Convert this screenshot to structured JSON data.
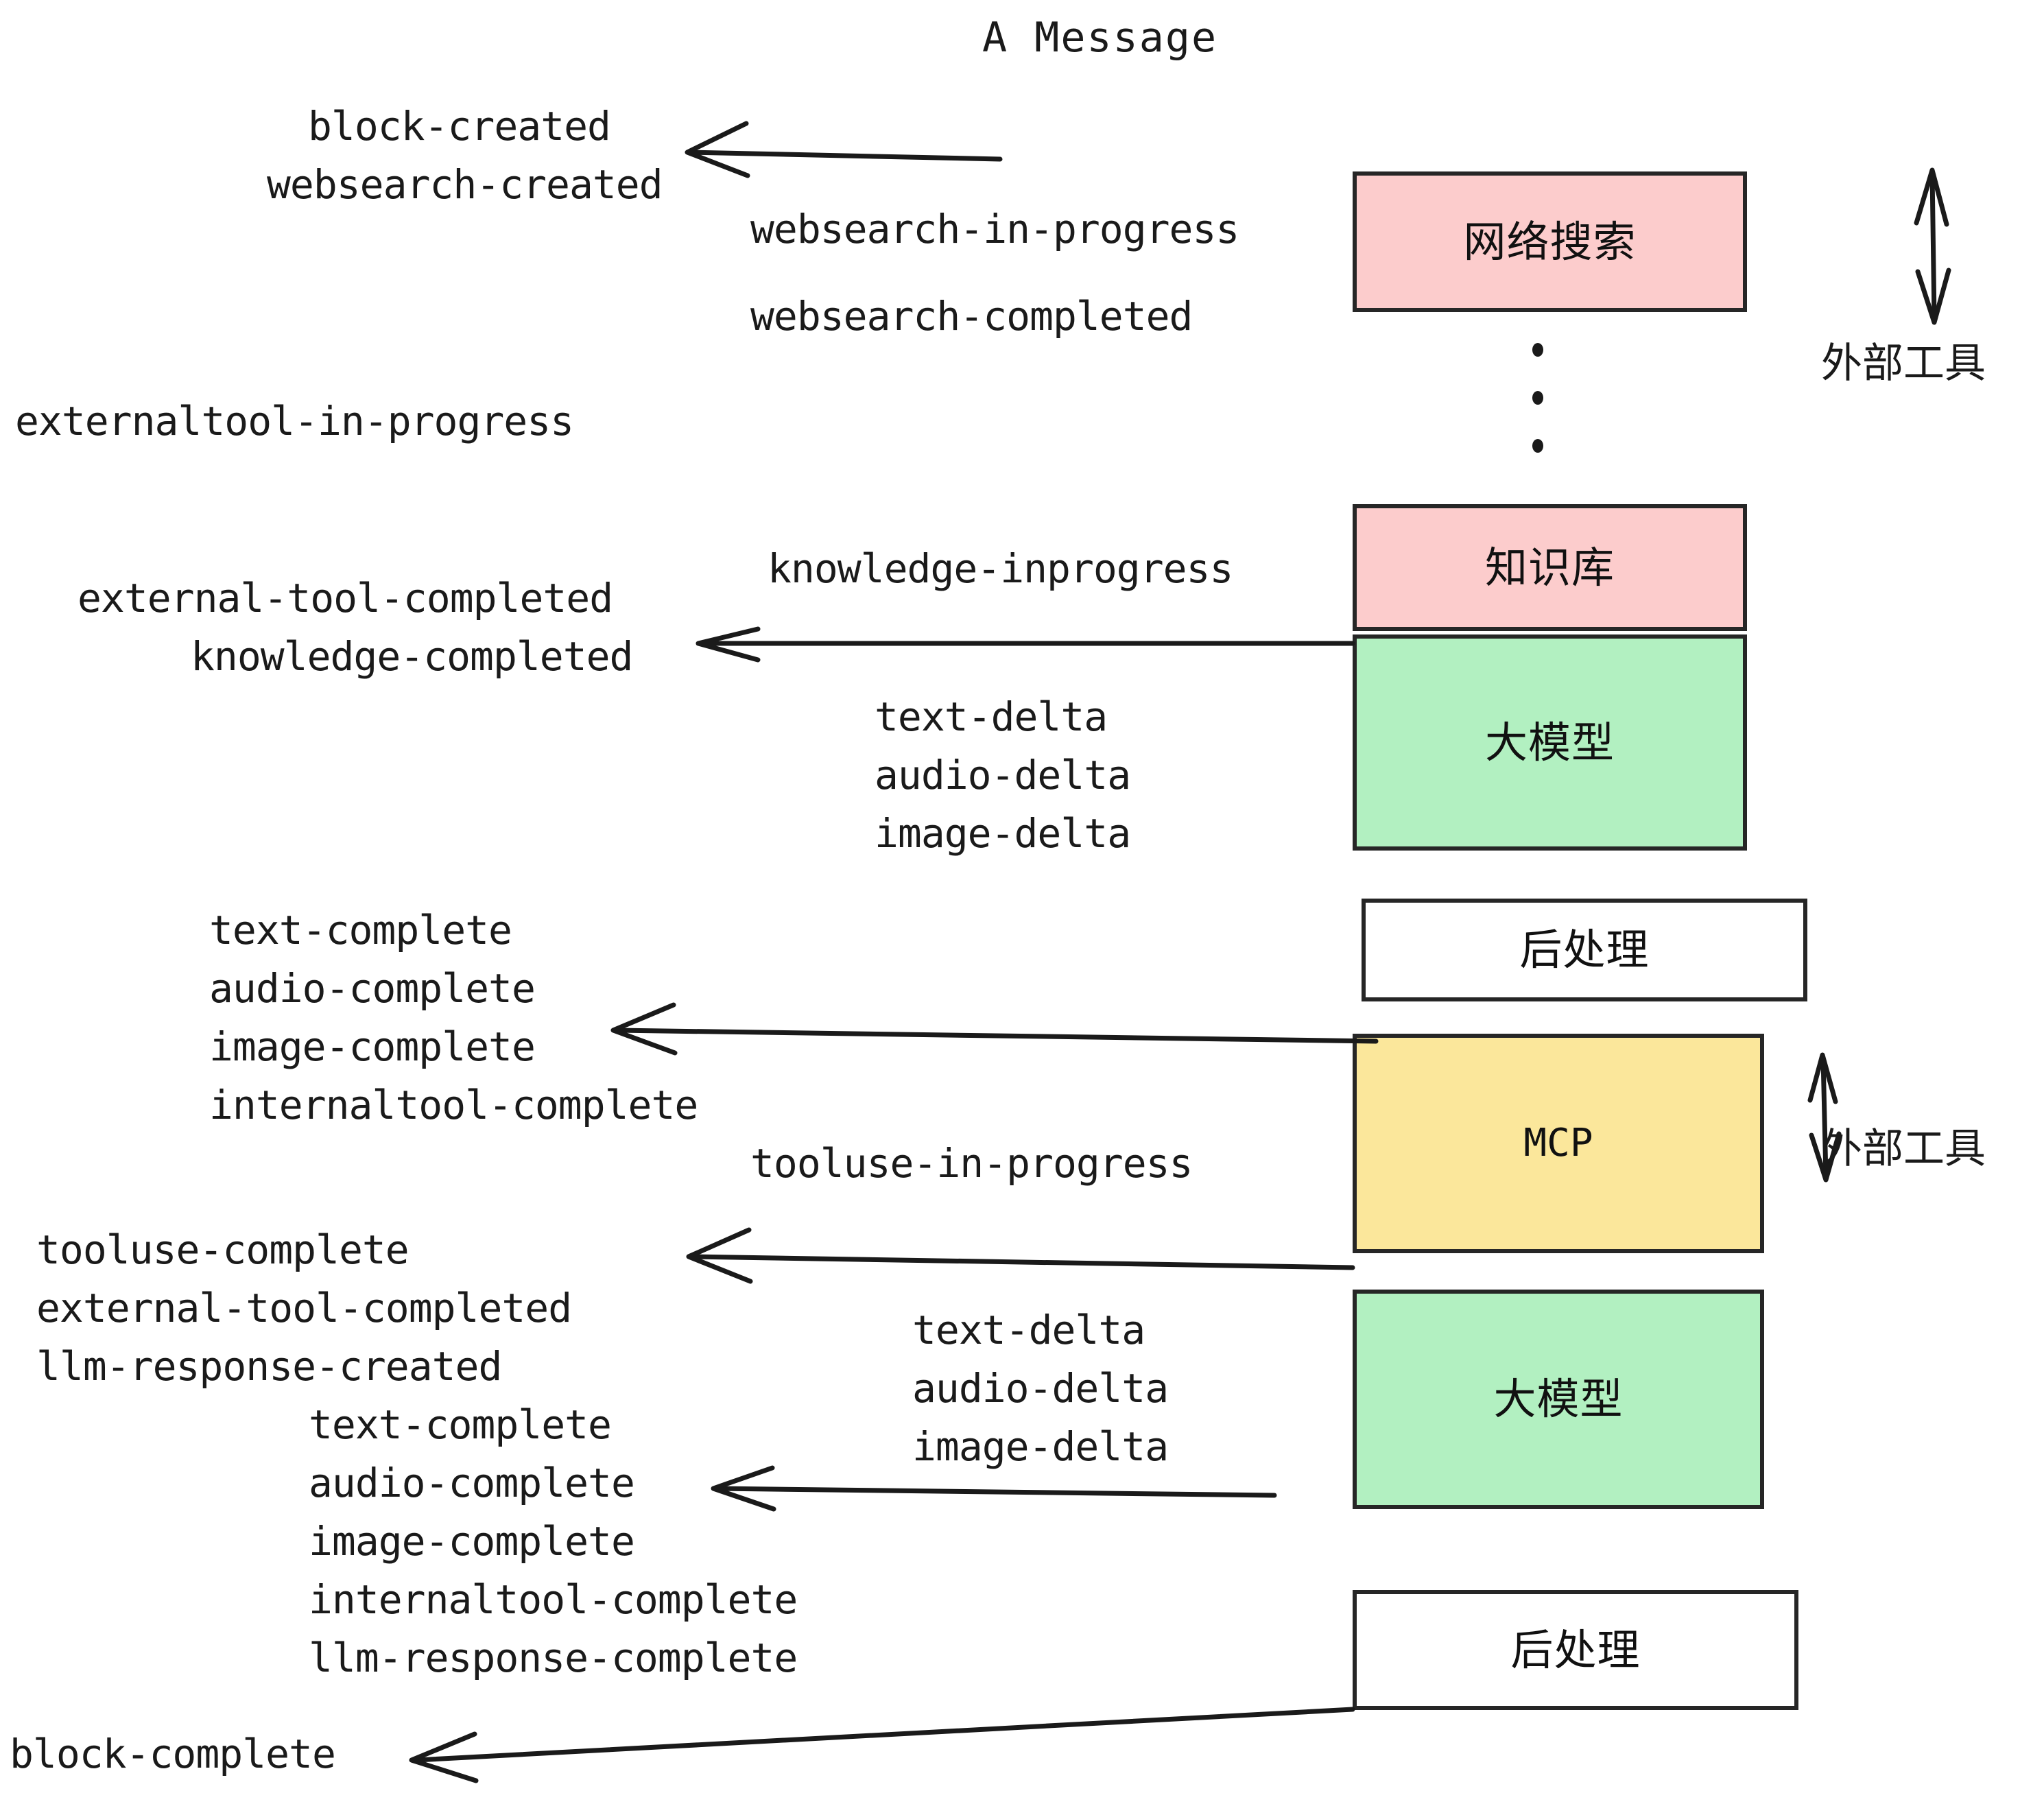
{
  "title": "A Message",
  "colors": {
    "pink": "#FCCCCC",
    "green": "#B2F0C1",
    "yellow": "#FBE79B",
    "white": "#FFFFFF",
    "stroke": "#262626",
    "text": "#1A1A1A"
  },
  "nodes": [
    {
      "id": "websearch",
      "label": "网络搜索",
      "fill": "#FCCCCC",
      "script": "cjk"
    },
    {
      "id": "knowledge",
      "label": "知识库",
      "fill": "#FCCCCC",
      "script": "cjk"
    },
    {
      "id": "llm-top",
      "label": "大模型",
      "fill": "#B2F0C1",
      "script": "cjk"
    },
    {
      "id": "post-top",
      "label": "后处理",
      "fill": "#FFFFFF",
      "script": "cjk"
    },
    {
      "id": "mcp",
      "label": "MCP",
      "fill": "#FBE79B",
      "script": "latin"
    },
    {
      "id": "llm-bottom",
      "label": "大模型",
      "fill": "#B2F0C1",
      "script": "cjk"
    },
    {
      "id": "post-bottom",
      "label": "后处理",
      "fill": "#FFFFFF",
      "script": "cjk"
    }
  ],
  "side_labels": [
    {
      "id": "external-tool-top",
      "label": "外部工具"
    },
    {
      "id": "external-tool-bottom",
      "label": "外部工具"
    }
  ],
  "events": [
    {
      "id": "block-created",
      "label": "block-created"
    },
    {
      "id": "websearch-created",
      "label": "websearch-created"
    },
    {
      "id": "websearch-in-progress",
      "label": "websearch-in-progress"
    },
    {
      "id": "websearch-completed",
      "label": "websearch-completed"
    },
    {
      "id": "externaltool-in-progress",
      "label": "externaltool-in-progress"
    },
    {
      "id": "knowledge-inprogress",
      "label": "knowledge-inprogress"
    },
    {
      "id": "external-tool-completed-1",
      "label": "external-tool-completed"
    },
    {
      "id": "knowledge-completed",
      "label": "knowledge-completed"
    },
    {
      "id": "text-delta-1",
      "label": "text-delta"
    },
    {
      "id": "audio-delta-1",
      "label": "audio-delta"
    },
    {
      "id": "image-delta-1",
      "label": "image-delta"
    },
    {
      "id": "text-complete-1",
      "label": "text-complete"
    },
    {
      "id": "audio-complete-1",
      "label": "audio-complete"
    },
    {
      "id": "image-complete-1",
      "label": "image-complete"
    },
    {
      "id": "internaltool-complete-1",
      "label": "internaltool-complete"
    },
    {
      "id": "tooluse-in-progress",
      "label": "tooluse-in-progress"
    },
    {
      "id": "tooluse-complete",
      "label": "tooluse-complete"
    },
    {
      "id": "external-tool-completed-2",
      "label": "external-tool-completed"
    },
    {
      "id": "llm-response-created",
      "label": "llm-response-created"
    },
    {
      "id": "text-delta-2",
      "label": "text-delta"
    },
    {
      "id": "audio-delta-2",
      "label": "audio-delta"
    },
    {
      "id": "image-delta-2",
      "label": "image-delta"
    },
    {
      "id": "text-complete-2",
      "label": "text-complete"
    },
    {
      "id": "audio-complete-2",
      "label": "audio-complete"
    },
    {
      "id": "image-complete-2",
      "label": "image-complete"
    },
    {
      "id": "internaltool-complete-2",
      "label": "internaltool-complete"
    },
    {
      "id": "llm-response-complete",
      "label": "llm-response-complete"
    },
    {
      "id": "block-complete",
      "label": "block-complete"
    }
  ]
}
